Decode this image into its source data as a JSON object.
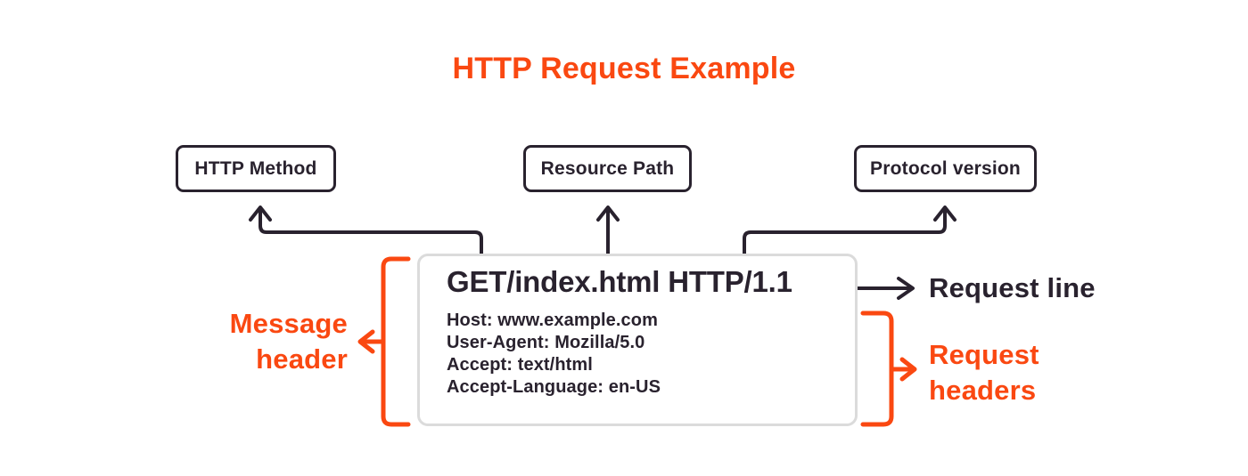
{
  "title": "HTTP Request Example",
  "colors": {
    "accent_orange": "#FA4811",
    "ink_dark": "#29222E",
    "message_box_border": "#DBDBDB"
  },
  "nodes": {
    "http_method": "HTTP Method",
    "resource_path": "Resource Path",
    "protocol_version": "Protocol version"
  },
  "request": {
    "request_line": "GET/index.html HTTP/1.1",
    "headers": [
      "Host: www.example.com",
      "User-Agent: Mozilla/5.0",
      "Accept: text/html",
      "Accept-Language: en-US"
    ]
  },
  "labels": {
    "request_line": "Request line",
    "message_header": "Message header",
    "request_headers": "Request headers"
  }
}
